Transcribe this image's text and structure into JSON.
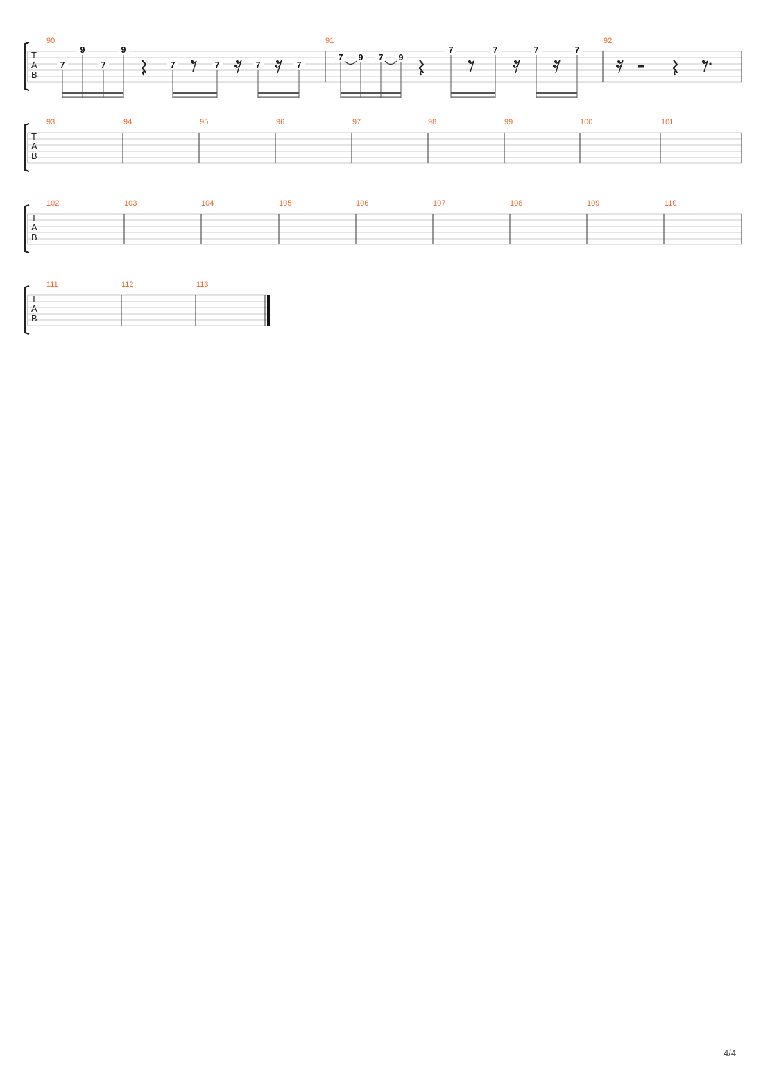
{
  "page": {
    "number": "4/4"
  },
  "tab_clef": [
    "T",
    "A",
    "B"
  ],
  "systems": [
    {
      "measures": [
        {
          "number": "90",
          "notes": [
            "7",
            "9",
            "7",
            "9",
            "7",
            "7",
            "7",
            "7"
          ]
        },
        {
          "number": "91",
          "notes": [
            "7",
            "9",
            "7",
            "9",
            "7",
            "7",
            "7",
            "7"
          ]
        },
        {
          "number": "92",
          "notes": []
        }
      ]
    },
    {
      "measures": [
        {
          "number": "93"
        },
        {
          "number": "94"
        },
        {
          "number": "95"
        },
        {
          "number": "96"
        },
        {
          "number": "97"
        },
        {
          "number": "98"
        },
        {
          "number": "99"
        },
        {
          "number": "100"
        },
        {
          "number": "101"
        }
      ]
    },
    {
      "measures": [
        {
          "number": "102"
        },
        {
          "number": "103"
        },
        {
          "number": "104"
        },
        {
          "number": "105"
        },
        {
          "number": "106"
        },
        {
          "number": "107"
        },
        {
          "number": "108"
        },
        {
          "number": "109"
        },
        {
          "number": "110"
        }
      ]
    },
    {
      "measures": [
        {
          "number": "111"
        },
        {
          "number": "112"
        },
        {
          "number": "113"
        }
      ]
    }
  ]
}
